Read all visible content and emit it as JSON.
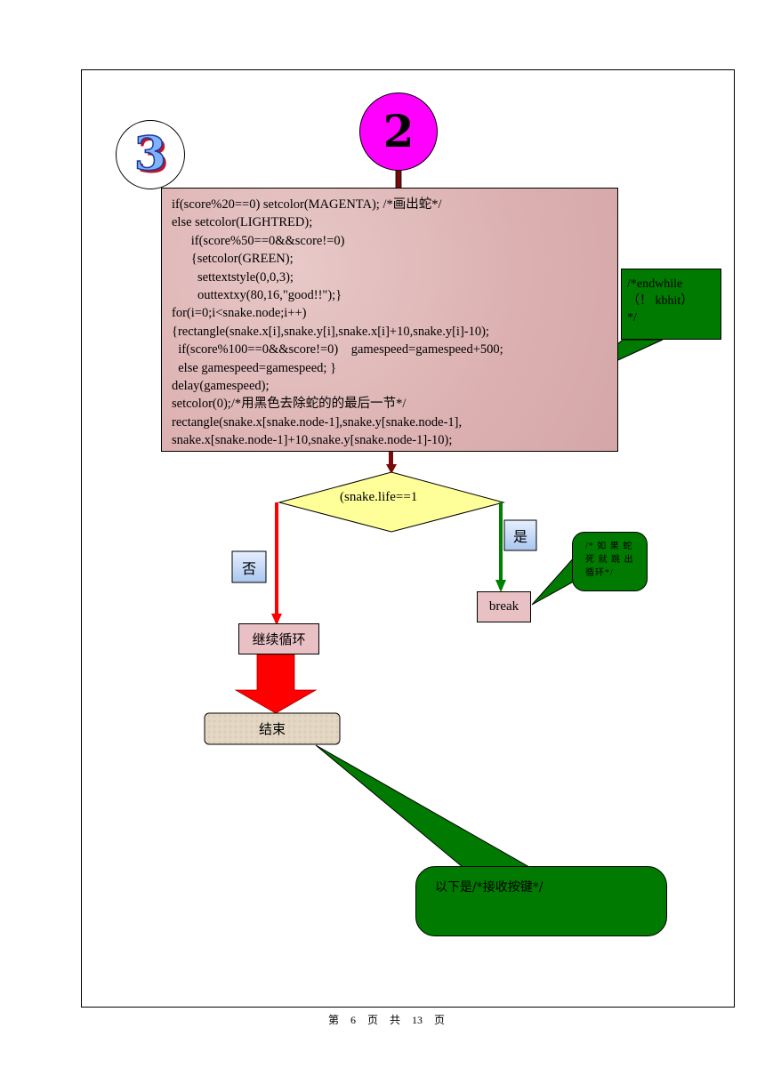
{
  "badges": {
    "left_number": "3",
    "top_number": "2"
  },
  "code_lines": [
    "if(score%20==0) setcolor(MAGENTA); /*画出蛇*/",
    "else setcolor(LIGHTRED);",
    "      if(score%50==0&&score!=0)",
    "      {setcolor(GREEN);",
    "        settextstyle(0,0,3);",
    "        outtextxy(80,16,\"good!!\");}",
    "for(i=0;i<snake.node;i++)",
    "{rectangle(snake.x[i],snake.y[i],snake.x[i]+10,snake.y[i]-10);",
    "  if(score%100==0&&score!=0)    gamespeed=gamespeed+500;",
    "  else gamespeed=gamespeed; }",
    "delay(gamespeed);",
    "setcolor(0);/*用黑色去除蛇的的最后一节*/",
    "rectangle(snake.x[snake.node-1],snake.y[snake.node-1],",
    "snake.x[snake.node-1]+10,snake.y[snake.node-1]-10);"
  ],
  "decision": {
    "condition": "(snake.life==1"
  },
  "branches": {
    "no_label": "否",
    "yes_label": "是"
  },
  "nodes": {
    "break_label": "break",
    "continue_label": "继续循环",
    "end_label": "结束"
  },
  "notes": {
    "endwhile": "/*endwhile\n（！ kbhit）\n*/",
    "snake_dead": "/* 如 果 蛇 死 就 跳 出 循环*/",
    "next_section": "以下是/*接收按键*/"
  },
  "footer": {
    "prefix": "第",
    "page": "6",
    "mid1": "页",
    "mid2": "共",
    "total": "13",
    "suffix": "页"
  },
  "colors": {
    "magenta": "#ff00ff",
    "code_bg": "#dcb0b0",
    "decision_fill": "#ffff99",
    "note_green": "#007a00",
    "arrow_red": "#ff0000",
    "arrow_green": "#008000",
    "label_blue": "#c6d9f5"
  }
}
